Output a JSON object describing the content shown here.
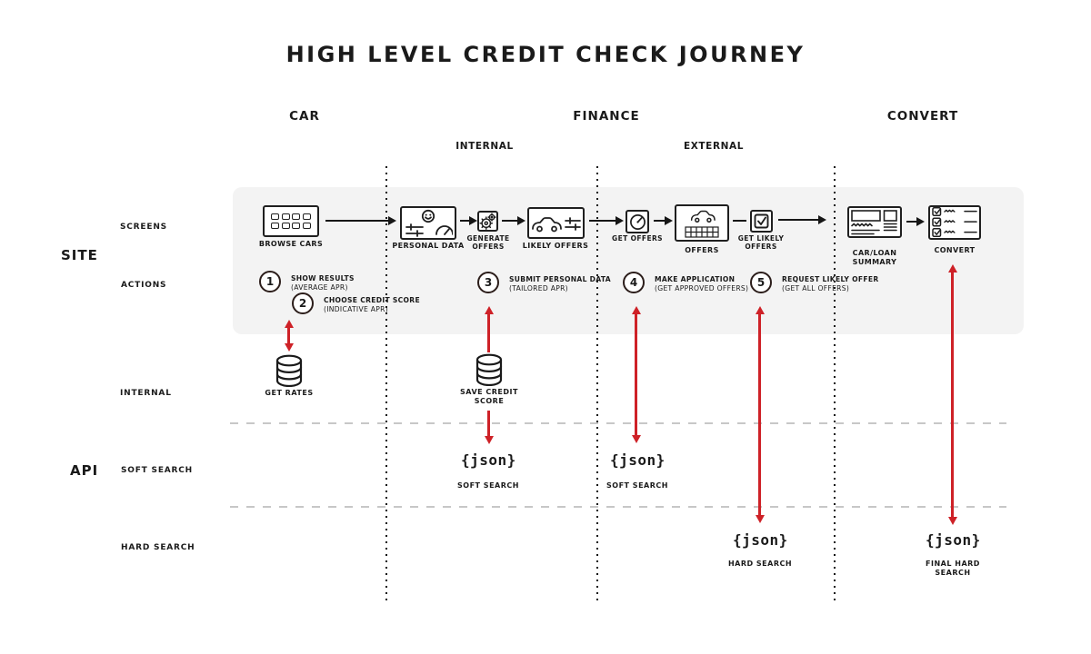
{
  "title": "HIGH LEVEL CREDIT CHECK JOURNEY",
  "phases": {
    "car": "CAR",
    "finance": "FINANCE",
    "convert": "CONVERT",
    "finance_internal": "INTERNAL",
    "finance_external": "EXTERNAL"
  },
  "lanes": {
    "site": "SITE",
    "screens": "SCREENS",
    "actions": "ACTIONS",
    "internal": "INTERNAL",
    "api": "API",
    "soft_search": "SOFT SEARCH",
    "hard_search": "HARD SEARCH"
  },
  "screens": [
    {
      "label": "BROWSE CARS",
      "icon": "thumbnail-grid-icon"
    },
    {
      "label": "PERSONAL DATA",
      "icon": "smiley-sliders-gauge-icon"
    },
    {
      "label": "GENERATE OFFERS",
      "icon": "gears-icon"
    },
    {
      "label": "LIKELY OFFERS",
      "icon": "car-sliders-icon"
    },
    {
      "label": "GET OFFERS",
      "icon": "dial-icon"
    },
    {
      "label": "OFFERS",
      "icon": "car-table-icon"
    },
    {
      "label": "GET LIKELY OFFERS",
      "icon": "checkbox-icon"
    },
    {
      "label": "CAR/LOAN SUMMARY",
      "icon": "summary-page-icon"
    },
    {
      "label": "CONVERT",
      "icon": "checklist-icon"
    }
  ],
  "actions": [
    {
      "num": "1",
      "label": "SHOW RESULTS",
      "sub": "(AVERAGE APR)"
    },
    {
      "num": "2",
      "label": "CHOOSE CREDIT SCORE",
      "sub": "(INDICATIVE APR)"
    },
    {
      "num": "3",
      "label": "SUBMIT PERSONAL DATA",
      "sub": "(TAILORED APR)"
    },
    {
      "num": "4",
      "label": "MAKE APPLICATION",
      "sub": "(GET APPROVED OFFERS)"
    },
    {
      "num": "5",
      "label": "REQUEST LIKELY OFFER",
      "sub": "(GET ALL OFFERS)"
    }
  ],
  "datastores": [
    {
      "label": "GET RATES",
      "icon": "database-icon"
    },
    {
      "label": "SAVE CREDIT SCORE",
      "icon": "database-icon"
    }
  ],
  "api_nodes": [
    {
      "token": "{json}",
      "label": "SOFT SEARCH"
    },
    {
      "token": "{json}",
      "label": "SOFT SEARCH"
    },
    {
      "token": "{json}",
      "label": "HARD SEARCH"
    },
    {
      "token": "{json}",
      "label": "FINAL HARD SEARCH"
    }
  ],
  "colors": {
    "ink": "#1a1a1a",
    "accent_red": "#ce2127",
    "panel": "#f3f3f3",
    "dashed_line": "#c7c7c7"
  }
}
